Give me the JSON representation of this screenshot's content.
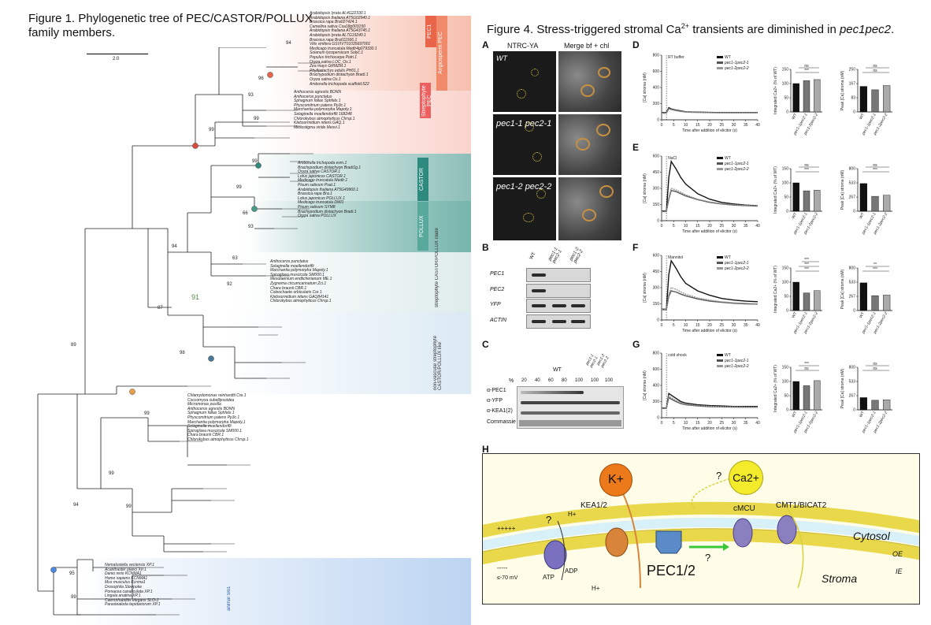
{
  "figure1": {
    "title_line1": "Figure 1. Phylogenetic tree of PEC/CASTOR/POLLUX",
    "title_line2": "family members.",
    "scale": "2.0",
    "clades": [
      {
        "label": "Angiosperm PEC",
        "color": "#f08a6a"
      },
      {
        "label": "PEC1",
        "color": "#e8654a"
      },
      {
        "label": "Streptophyte PEC",
        "color": "#f4a090"
      },
      {
        "label": "CASTOR",
        "color": "#2e8a7e"
      },
      {
        "label": "POLLUX",
        "color": "#58a89c"
      },
      {
        "label": "streptophyte CASTOR/POLLUX clade",
        "color": "#c8e0dc"
      },
      {
        "label": "non-vascular streptophyte CASTOR/POLLUX like",
        "color": "#b8d4e8"
      },
      {
        "label": "animal Slo1",
        "color": "#8fb8e8"
      }
    ],
    "bootstraps": [
      "94",
      "96",
      "99",
      "93",
      "99",
      "99",
      "66",
      "93",
      "99",
      "63",
      "92",
      "94",
      "91",
      "87",
      "98",
      "89",
      "99",
      "99",
      "99",
      "94",
      "95",
      "99"
    ],
    "taxa_top": "Arabidopsis lyrata AL4G22330.1\nArabidopsis thaliana AT5G02940.1\nBrassica rapa Bra027424.1\nCamelina sativa Csa18g003150\nArabidopsis thaliana AT5G43745.1\nArabidopsis lyrata AL7G19240.1\nBrassica rapa Bra011566.1\nVitis vinifera GSVIVT01035697001\nMedicago truncatula Medtr4g079330.1\nSolanum lycopersicum Solyc.1\nPopulus trichocarpa Potri.1\nOryza sativa LOC_Os.1\nZea mays GRMZM.1\nPhyllostachys edulis PH01.1\nBrachypodium distachyon Bradi.1\nOryza sativa Os.1\nAmborella trichopoda scaffold.522",
    "taxa_mid": "Anthoceros agrestis BONN\nAnthoceros punctatus\nSphagnum fallax Sphfalx.1\nPhyscomitrium patens Pp3c.1\nMarchantia polymorpha Mapoly.1\nSelaginella moellendorffii 168248\nChlorokybus atmophyticus Chrsp.1\nKlebsormidium nitens GAQ.1\nMesostigma viride Mesvi.1",
    "taxa_castor": "Amborella trichopoda evm.1\nBrachypodium distachyon Bradi1g.1\nOryza sativa CASTOR.1\nLotus japonicus CASTOR.1\nMedicago truncatula Medtr.1\nPisum sativum Psat.1\nArabidopsis thaliana AT5G49960.1\nBrassica rapa Bra.1\nLotus japonicus POLLUX.1\nMedicago truncatula DMI1\nPisum sativum SYM8\nBrachypodium distachyon Bradi.1\nOryza sativa POLLUX",
    "taxa_lower": "Anthoceros punctatus\nSelaginella moellendorffii\nMarchantia polymorpha Mapoly.1\nSpirogloea muscicola SM000.1\nMesotaenium endlicherianum ME.1\nZygnema circumcarinatum Zci.1\nChara braunii CBR.1\nColeochaete orbicularis Cor.1\nKlebsormidium nitens GAQ84141\nChlorokybus atmophyticus Chrsp.1",
    "taxa_bottom": "Chlamydomonas reinhardtii Cre.1\nCoccomyxa subellipsoidea\nMicromonas pusilla\nAnthoceros agrestis BONN\nSphagnum fallax Sphfalx.1\nPhyscomitrium patens Pp3c.1\nMarchantia polymorpha Mapoly.1\nSelaginella moellendorffii\nSpirogloea muscicola SM000.1\nChara braunii CBR.1\nChlorokybus atmophyticus Chrsp.1",
    "taxa_animal": "Nematostella vectensis XP.1\nAcanthaster planci XP.1\nDanio rerio KCNMA1\nHomo sapiens KCNMA1\nMus musculus Kcnma1\nDrosophila Slowpoke\nPomacea canaliculata XP.1\nLingula anatina XP.1\nCaenorhabditis elegans SLO-1\nParasteatoda tepidariorum XP.1"
  },
  "figure4": {
    "title_prefix": "Figure 4. Stress-triggered stromal Ca",
    "title_sup": "2+",
    "title_mid": " transients are diminished in ",
    "title_italic": "pec1pec2",
    "title_end": ".",
    "panel_a": {
      "letter": "A",
      "col1": "NTRC-YA",
      "col2": "Merge bf + chl",
      "rows": [
        "WT",
        "pec1-1\npec2-1",
        "pec1-2\npec2-2"
      ]
    },
    "panel_b": {
      "letter": "B",
      "lanes": [
        "WT",
        "pec1-1\npec2-1",
        "pec1-2\npec2-2"
      ],
      "genes": [
        "PEC1",
        "PEC2",
        "YFP",
        "ACTIN"
      ]
    },
    "panel_c": {
      "letter": "C",
      "percent_label": "%",
      "wt_label": "WT",
      "lanes": [
        "20",
        "40",
        "60",
        "80",
        "100",
        "100",
        "100"
      ],
      "lane_heads": [
        "pec1-1\npec2-1",
        "pec1-2\npec2-2"
      ],
      "rows": [
        "α-PEC1",
        "α-YFP",
        "α-KEA1(2)",
        "Commassie"
      ]
    },
    "trace_panels": [
      {
        "letter": "D",
        "treatment": "RT buffer"
      },
      {
        "letter": "E",
        "treatment": "NaCl"
      },
      {
        "letter": "F",
        "treatment": "Mannitol"
      },
      {
        "letter": "G",
        "treatment": "cold shock"
      }
    ],
    "trace_legend": [
      "WT",
      "pec1-1pec2-1",
      "pec1-2pec2-2"
    ],
    "trace_ylabel": "[Ca] stroma (nM)",
    "trace_xlabel": "Time after addition of elicitor (s)",
    "trace_xticks": [
      "0",
      "5",
      "10",
      "15",
      "20",
      "25",
      "30",
      "35",
      "40"
    ],
    "integ_ylabel": "Integrated Ca2+ (% of WT)",
    "peak_ylabel": "Peak [Ca] stroma (nM)",
    "genotypes": [
      "WT",
      "pec1-1pec2-1",
      "pec1-2pec2-2"
    ],
    "significance": [
      {
        "integ": [
          "***",
          "ns"
        ],
        "peak": [
          "ns",
          "ns"
        ]
      },
      {
        "integ": [
          "***",
          "ns"
        ],
        "peak": [
          "***",
          "ns"
        ]
      },
      {
        "integ": [
          "***",
          "***",
          "***"
        ],
        "peak": [
          "***",
          "**"
        ]
      },
      {
        "integ": [
          "ns",
          "***"
        ],
        "peak": [
          "ns",
          "ns"
        ]
      }
    ],
    "panel_h": {
      "letter": "H",
      "labels": {
        "k": "K+",
        "ca": "Ca2+",
        "kea": "KEA1/2",
        "cmcu": "cMCU",
        "cmt": "CMT1/BICAT2",
        "pec": "PEC1/2",
        "cytosol": "Cytosol",
        "stroma": "Stroma",
        "oe": "OE",
        "ie": "IE",
        "atp": "ATP",
        "adp": "ADP",
        "hplus_top": "H+",
        "hplus_bottom": "H+",
        "q1": "?",
        "q2": "?",
        "q3": "?",
        "plus": "+++++",
        "minus": "-----",
        "voltage": "≤-70 mV"
      }
    }
  },
  "chart_data": [
    {
      "type": "line",
      "title": "RT buffer",
      "xlabel": "Time after addition of elicitor (s)",
      "ylabel": "[Ca] stroma (nM)",
      "ylim": [
        0,
        800
      ],
      "xlim": [
        0,
        40
      ],
      "x": [
        0,
        2,
        3,
        4,
        6,
        8,
        10,
        15,
        20,
        25,
        30,
        35,
        40
      ],
      "series": [
        {
          "name": "WT",
          "values": [
            90,
            90,
            150,
            135,
            120,
            110,
            100,
            95,
            92,
            90,
            90,
            90,
            90
          ]
        },
        {
          "name": "pec1-1pec2-1",
          "values": [
            85,
            85,
            140,
            130,
            115,
            105,
            97,
            93,
            90,
            88,
            88,
            88,
            88
          ]
        },
        {
          "name": "pec1-2pec2-2",
          "values": [
            80,
            80,
            135,
            125,
            112,
            102,
            95,
            90,
            88,
            86,
            86,
            86,
            86
          ]
        }
      ]
    },
    {
      "type": "line",
      "title": "NaCl",
      "xlabel": "Time after addition of elicitor (s)",
      "ylabel": "[Ca] stroma (nM)",
      "ylim": [
        0,
        600
      ],
      "xlim": [
        0,
        40
      ],
      "x": [
        0,
        2,
        3,
        4,
        6,
        8,
        10,
        15,
        20,
        25,
        30,
        35,
        40
      ],
      "series": [
        {
          "name": "WT",
          "values": [
            90,
            90,
            400,
            550,
            480,
            400,
            340,
            250,
            200,
            170,
            155,
            145,
            140
          ]
        },
        {
          "name": "pec1-1pec2-1",
          "values": [
            85,
            85,
            200,
            280,
            270,
            250,
            230,
            195,
            170,
            155,
            145,
            140,
            135
          ]
        },
        {
          "name": "pec1-2pec2-2",
          "values": [
            85,
            85,
            210,
            300,
            285,
            265,
            240,
            200,
            175,
            158,
            148,
            142,
            138
          ]
        }
      ]
    },
    {
      "type": "line",
      "title": "Mannitol",
      "xlabel": "Time after addition of elicitor (s)",
      "ylabel": "[Ca] stroma (nM)",
      "ylim": [
        0,
        600
      ],
      "xlim": [
        0,
        40
      ],
      "x": [
        0,
        2,
        3,
        4,
        6,
        8,
        10,
        15,
        20,
        25,
        30,
        35,
        40
      ],
      "series": [
        {
          "name": "WT",
          "values": [
            100,
            100,
            420,
            550,
            480,
            400,
            340,
            270,
            230,
            200,
            185,
            175,
            170
          ]
        },
        {
          "name": "pec1-1pec2-1",
          "values": [
            95,
            95,
            220,
            270,
            260,
            240,
            225,
            195,
            175,
            165,
            155,
            150,
            148
          ]
        },
        {
          "name": "pec1-2pec2-2",
          "values": [
            95,
            95,
            240,
            300,
            285,
            260,
            240,
            205,
            185,
            170,
            160,
            155,
            150
          ]
        }
      ]
    },
    {
      "type": "line",
      "title": "cold shock",
      "xlabel": "Time after addition of elicitor (s)",
      "ylabel": "[Ca] stroma (nM)",
      "ylim": [
        0,
        800
      ],
      "xlim": [
        0,
        40
      ],
      "x": [
        0,
        2,
        3,
        4,
        6,
        8,
        10,
        15,
        20,
        25,
        30,
        35,
        40
      ],
      "series": [
        {
          "name": "WT",
          "values": [
            120,
            120,
            300,
            280,
            240,
            200,
            180,
            160,
            150,
            145,
            140,
            140,
            140
          ]
        },
        {
          "name": "pec1-1pec2-1",
          "values": [
            115,
            115,
            250,
            230,
            200,
            175,
            160,
            145,
            138,
            135,
            132,
            130,
            130
          ]
        },
        {
          "name": "pec1-2pec2-2",
          "values": [
            115,
            115,
            270,
            250,
            215,
            185,
            168,
            150,
            142,
            138,
            135,
            133,
            132
          ]
        }
      ]
    },
    {
      "type": "bar",
      "title": "Integrated Ca2+ D",
      "categories": [
        "WT",
        "pec1-1pec2-1",
        "pec1-2pec2-2"
      ],
      "values": [
        100,
        110,
        114
      ],
      "ylim": [
        0,
        150
      ]
    },
    {
      "type": "bar",
      "title": "Peak D",
      "categories": [
        "WT",
        "pec1-1pec2-1",
        "pec1-2pec2-2"
      ],
      "values": [
        150,
        130,
        155
      ],
      "ylim": [
        0,
        250
      ]
    },
    {
      "type": "bar",
      "title": "Integrated Ca2+ E",
      "categories": [
        "WT",
        "pec1-1pec2-1",
        "pec1-2pec2-2"
      ],
      "values": [
        100,
        72,
        74
      ],
      "ylim": [
        0,
        150
      ]
    },
    {
      "type": "bar",
      "title": "Peak E",
      "categories": [
        "WT",
        "pec1-1pec2-1",
        "pec1-2pec2-2"
      ],
      "values": [
        520,
        280,
        300
      ],
      "ylim": [
        0,
        800
      ]
    },
    {
      "type": "bar",
      "title": "Integrated Ca2+ F",
      "categories": [
        "WT",
        "pec1-1pec2-1",
        "pec1-2pec2-2"
      ],
      "values": [
        100,
        62,
        70
      ],
      "ylim": [
        0,
        150
      ]
    },
    {
      "type": "bar",
      "title": "Peak F",
      "categories": [
        "WT",
        "pec1-1pec2-1",
        "pec1-2pec2-2"
      ],
      "values": [
        520,
        280,
        290
      ],
      "ylim": [
        0,
        800
      ]
    },
    {
      "type": "bar",
      "title": "Integrated Ca2+ G",
      "categories": [
        "WT",
        "pec1-1pec2-1",
        "pec1-2pec2-2"
      ],
      "values": [
        100,
        85,
        103
      ],
      "ylim": [
        0,
        150
      ]
    },
    {
      "type": "bar",
      "title": "Peak G",
      "categories": [
        "WT",
        "pec1-1pec2-1",
        "pec1-2pec2-2"
      ],
      "values": [
        230,
        180,
        190
      ],
      "ylim": [
        0,
        800
      ]
    }
  ]
}
